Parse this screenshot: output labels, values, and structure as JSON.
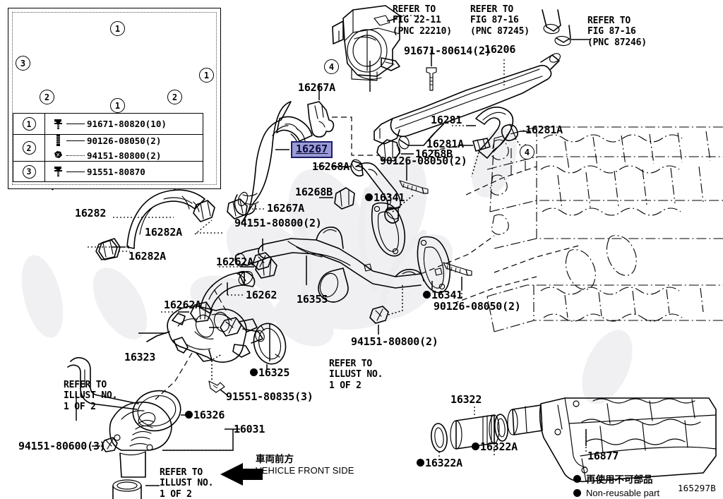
{
  "figure": {
    "code": "165297B",
    "front_side": {
      "jp": "車両前方",
      "en": "VEHICLE FRONT SIDE"
    },
    "non_reusable_key": {
      "jp": "再使用不可部品",
      "en": "Non-reusable part"
    }
  },
  "inset": {
    "callouts": [
      "1",
      "1",
      "1",
      "1",
      "2",
      "2",
      "3"
    ],
    "table": [
      {
        "key": "1",
        "parts": [
          {
            "number": "91671-80820(10)",
            "leader": "solid"
          }
        ]
      },
      {
        "key": "2",
        "parts": [
          {
            "number": "90126-08050(2)",
            "leader": "solid"
          },
          {
            "number": "94151-80800(2)",
            "leader": "dotted"
          }
        ]
      },
      {
        "key": "3",
        "parts": [
          {
            "number": "91551-80870",
            "leader": "solid"
          }
        ]
      }
    ]
  },
  "references": [
    {
      "id": "ref-fig-22-11",
      "line1": "REFER TO",
      "line2": "FIG 22-11",
      "line3": "(PNC 22210)"
    },
    {
      "id": "ref-fig-87-16-a",
      "line1": "REFER TO",
      "line2": "FIG 87-16",
      "line3": "(PNC 87245)"
    },
    {
      "id": "ref-fig-87-16-b",
      "line1": "REFER TO",
      "line2": "FIG 87-16",
      "line3": "(PNC 87246)"
    },
    {
      "id": "ref-illust-1",
      "line1": "REFER TO",
      "line2": "ILLUST NO.",
      "line3": "1 OF 2"
    },
    {
      "id": "ref-illust-2",
      "line1": "REFER TO",
      "line2": "ILLUST NO.",
      "line3": "1 OF 2"
    },
    {
      "id": "ref-illust-3",
      "line1": "REFER TO",
      "line2": "ILLUST NO.",
      "line3": "1 OF 2"
    }
  ],
  "selected_part": "16267",
  "labels": [
    {
      "id": "l-16267a-top",
      "text": "16267A"
    },
    {
      "id": "l-91671-80614",
      "text": "91671-80614(2)"
    },
    {
      "id": "l-16206",
      "text": "16206"
    },
    {
      "id": "l-16281",
      "text": "16281"
    },
    {
      "id": "l-16281a-r",
      "text": "16281A"
    },
    {
      "id": "l-16281a-l",
      "text": "16281A"
    },
    {
      "id": "l-16268b-r",
      "text": "16268B"
    },
    {
      "id": "l-16268a",
      "text": "16268A"
    },
    {
      "id": "l-16268b-l",
      "text": "16268B"
    },
    {
      "id": "l-90126-08050-top",
      "text": "90126-08050(2)"
    },
    {
      "id": "l-16341-top",
      "text": "16341"
    },
    {
      "id": "l-16341-bot",
      "text": "16341"
    },
    {
      "id": "l-90126-08050-bot",
      "text": "90126-08050(2)"
    },
    {
      "id": "l-16282",
      "text": "16282"
    },
    {
      "id": "l-16282a-up",
      "text": "16282A"
    },
    {
      "id": "l-16282a-low",
      "text": "16282A"
    },
    {
      "id": "l-16267a-mid",
      "text": "16267A"
    },
    {
      "id": "l-94151-80800-up",
      "text": "94151-80800(2)"
    },
    {
      "id": "l-16262a-up",
      "text": "16262A"
    },
    {
      "id": "l-16262",
      "text": "16262"
    },
    {
      "id": "l-16262a-low",
      "text": "16262A"
    },
    {
      "id": "l-16355",
      "text": "16355"
    },
    {
      "id": "l-94151-80800-low",
      "text": "94151-80800(2)"
    },
    {
      "id": "l-16323",
      "text": "16323"
    },
    {
      "id": "l-16325",
      "text": "16325"
    },
    {
      "id": "l-91551-80835",
      "text": "91551-80835(3)"
    },
    {
      "id": "l-16326",
      "text": "16326"
    },
    {
      "id": "l-16031",
      "text": "16031"
    },
    {
      "id": "l-94151-80600",
      "text": "94151-80600(3)"
    },
    {
      "id": "l-16322",
      "text": "16322"
    },
    {
      "id": "l-16322a-r",
      "text": "16322A"
    },
    {
      "id": "l-16322a-l",
      "text": "16322A"
    },
    {
      "id": "l-16877",
      "text": "16877"
    }
  ],
  "callout_markers": [
    {
      "id": "callout-4-top",
      "text": "4"
    },
    {
      "id": "callout-4-right",
      "text": "4"
    }
  ]
}
